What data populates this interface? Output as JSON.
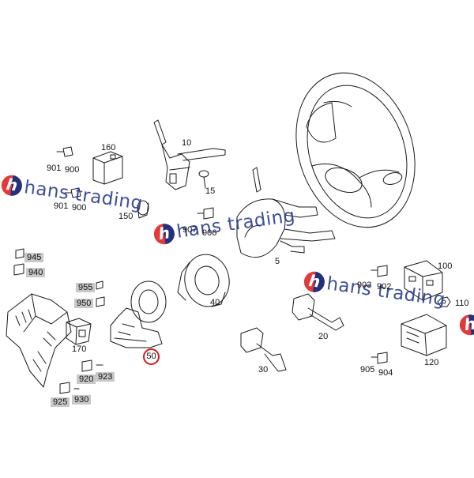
{
  "watermark": {
    "text": "hans trading",
    "logo_letter": "h",
    "colors": {
      "red": "#e23a3a",
      "blue": "#23307a"
    }
  },
  "labels": {
    "p160": "160",
    "p901a": "901",
    "p900a": "900",
    "p10": "10",
    "p15": "15",
    "p901b": "901",
    "p900b": "900",
    "p150": "150",
    "p907": "907",
    "p906": "906",
    "p5": "5",
    "p945": "945",
    "p940": "940",
    "p955": "955",
    "p950": "950",
    "p170": "170",
    "p50": "50",
    "p40": "40",
    "p903": "903",
    "p902": "902",
    "p100": "100",
    "p110": "110",
    "p20": "20",
    "p30": "30",
    "p923": "923",
    "p920": "920",
    "p925": "925",
    "p930": "930",
    "p905": "905",
    "p904": "904",
    "p120": "120"
  },
  "highlight_color": "#d11a1a",
  "tag_color": "#c8c8c8"
}
